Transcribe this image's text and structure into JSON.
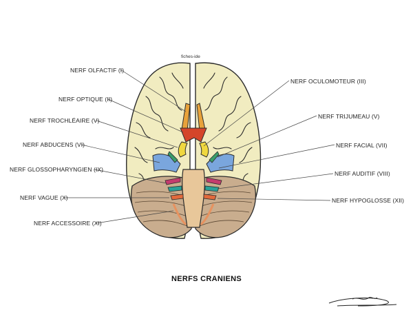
{
  "credit": "fiches-ide",
  "title": "NERFS CRANIENS",
  "labels_left": [
    "NERF OLFACTIF (I)",
    "NERF OPTIQUE (II)",
    "NERF TROCHLÉAIRE (V)",
    "NERF ABDUCENS (VI)",
    "NERF GLOSSOPHARYNGIEN (IX)",
    "NERF VAGUE (X)",
    "NERF ACCESSOIRE (XI)"
  ],
  "labels_right": [
    "NERF OCULOMOTEUR (III)",
    "NERF TRIJUMEAU (V)",
    "NERF FACIAL (VII)",
    "NERF AUDITIF (VIII)",
    "NERF HYPOGLOSSE (XII)"
  ],
  "colors": {
    "brain": "#f1ecc0",
    "cerebellum": "#c9ad8e",
    "olfactory": "#e8a23a",
    "optic": "#d4452a",
    "oculomotor": "#f0d840",
    "trigeminal": "#7aa6dd",
    "facial": "#3a9d6a",
    "vagus": "#c43c6e"
  }
}
